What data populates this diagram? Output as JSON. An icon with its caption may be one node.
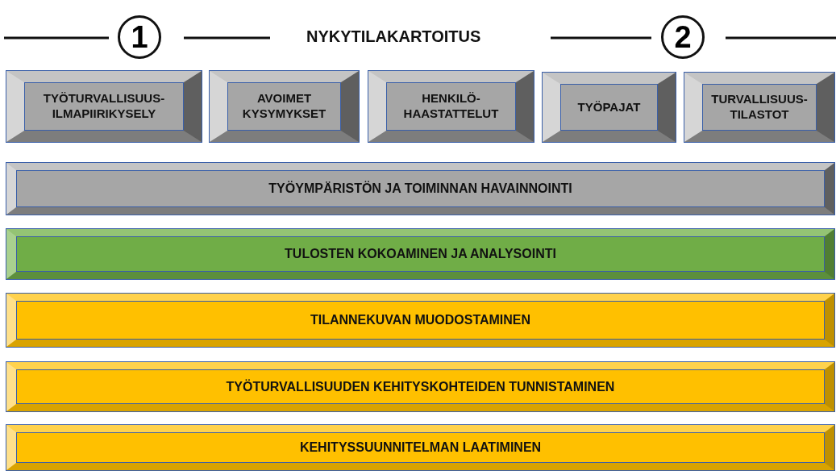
{
  "diagram": {
    "title": "NYKYTILAKARTOITUS",
    "nodes": [
      {
        "text": [
          "TYÖTURVALLISUUS- ILMAPIIRIKYSELY"
        ]
      },
      {
        "text": [
          "AVOIMET KYSYMYKSET"
        ]
      },
      {
        "text": [
          "HENKILÖ- HAASTATTELUT"
        ]
      },
      {
        "text": [
          "TYÖPAJAT"
        ]
      },
      {
        "text": [
          "TURVALLISUUS- TILASTOT"
        ]
      },
      {
        "text": [
          "TYÖYMPÄRISTÖN JA TOIMINNAN HAVAINNOINTI"
        ]
      },
      {
        "text": [
          "TULOSTEN KOKOAMINEN JA ANALYSOINTI"
        ]
      },
      {
        "text": [
          "TILANNEKUVAN MUODOSTAMINEN"
        ]
      },
      {
        "text": [
          "TYÖTURVALLISUUDEN KEHITYSKOHTEIDEN TUNNISTAMINEN"
        ]
      },
      {
        "text": [
          "KEHITYSSUUNNITELMAN LAATIMINEN"
        ]
      }
    ],
    "labels": [
      "1",
      "2"
    ]
  }
}
